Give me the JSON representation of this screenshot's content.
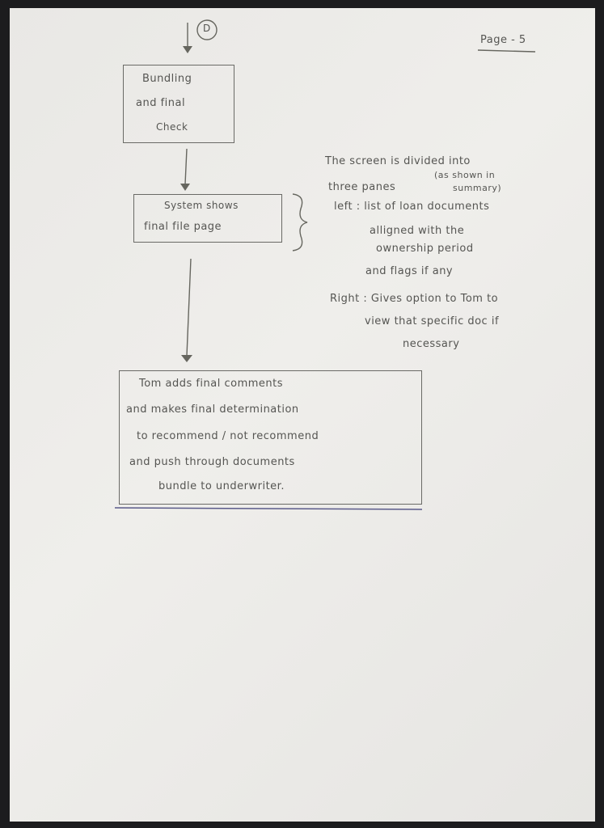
{
  "page_label": "Page - 5",
  "connector_label": "D",
  "flow": {
    "step1": [
      "Bundling",
      "and final",
      "Check"
    ],
    "step2": [
      "System shows",
      "final file page"
    ],
    "step3": [
      "Tom adds final comments",
      "and makes final determination",
      "to recommend / not recommend",
      "and push through documents",
      "bundle to underwriter."
    ]
  },
  "note": {
    "lines": [
      "The screen is divided into",
      "three panes",
      "(as shown in",
      "summary)",
      "left : list of loan documents",
      "alligned with the",
      "ownership period",
      "and flags if any",
      "Right : Gives option to Tom to",
      "view that specific doc if",
      "necessary"
    ]
  }
}
